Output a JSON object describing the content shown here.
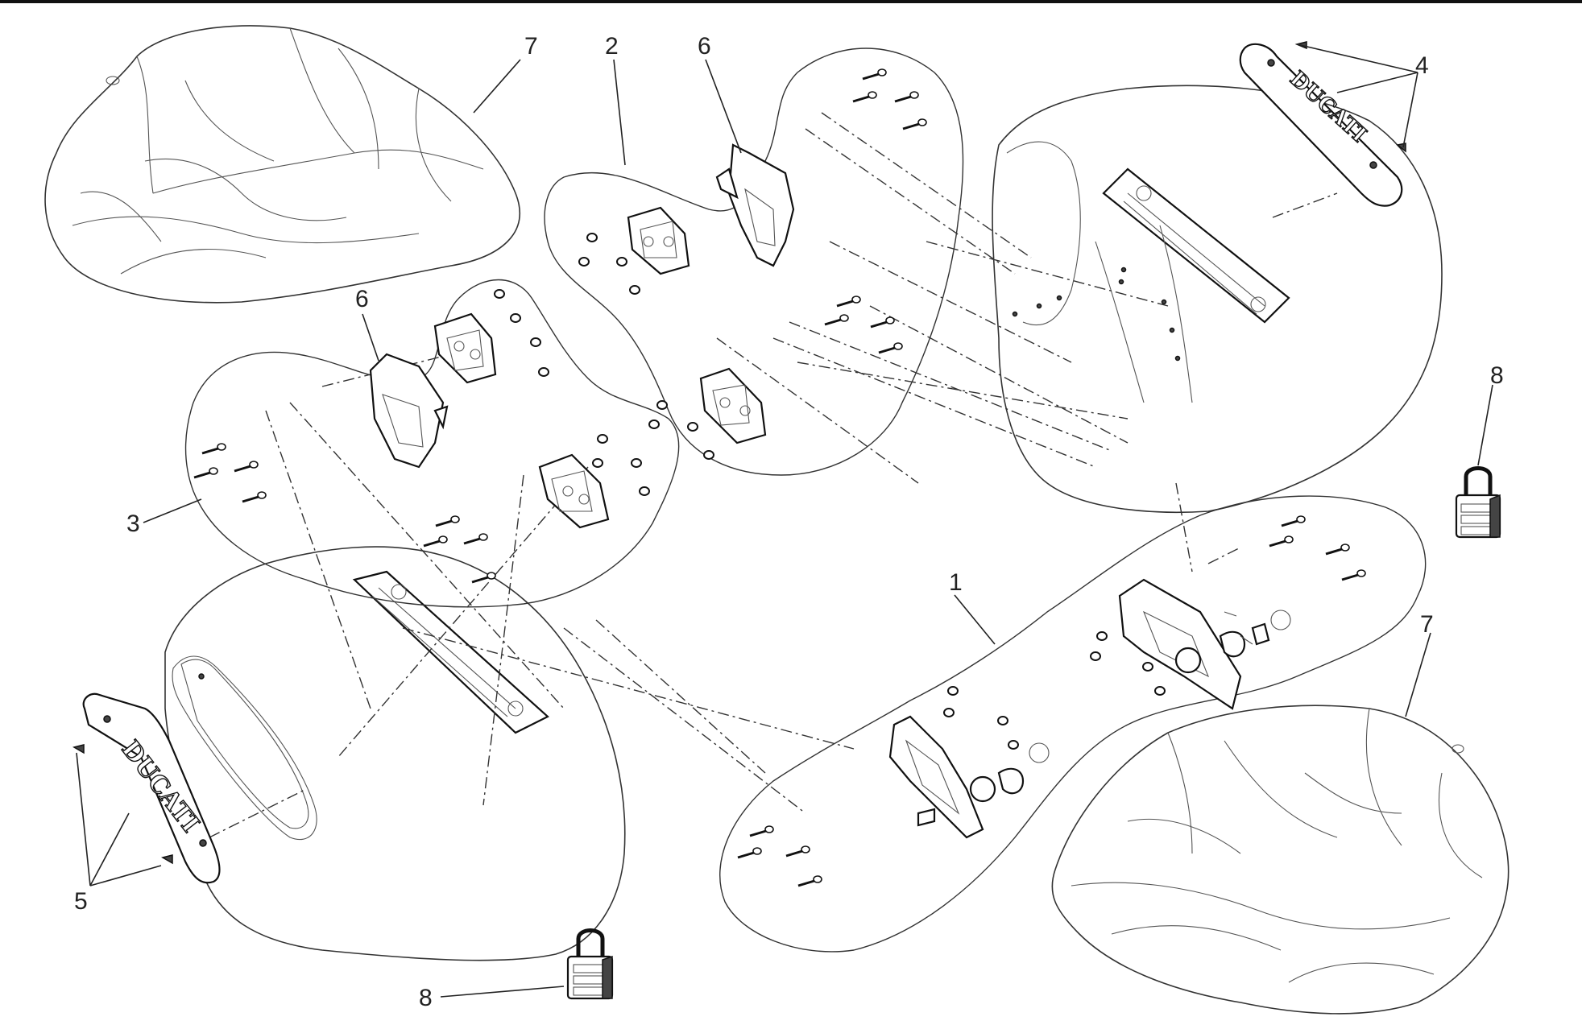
{
  "callouts": {
    "c1": "1",
    "c2": "2",
    "c3": "3",
    "c4": "4",
    "c5": "5",
    "c6a": "6",
    "c6b": "6",
    "c7a": "7",
    "c7b": "7",
    "c8a": "8",
    "c8b": "8"
  },
  "badges": {
    "left_badge": "DUCATI",
    "right_badge": "DUCATI"
  },
  "icons": [
    "bag-cover-icon",
    "saddlebag-icon",
    "padlock-icon",
    "bracket-icon",
    "screw-icon",
    "badge-icon"
  ]
}
